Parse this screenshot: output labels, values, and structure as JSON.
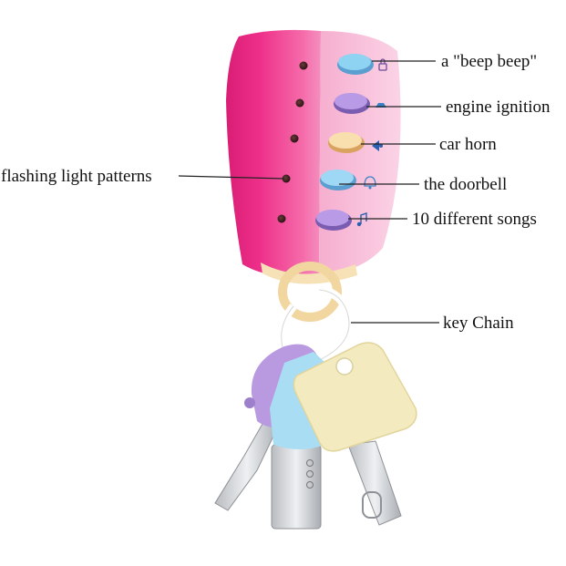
{
  "labels": {
    "beep": "a \"beep beep\"",
    "ignition": "engine ignition",
    "horn": "car horn",
    "doorbell": "the doorbell",
    "songs": "10 different songs",
    "lights": "flashing light patterns",
    "chain": "key Chain"
  },
  "colors": {
    "shell_pink": "#ee2f8a",
    "shell_light_pink": "#f7b9d6",
    "ring_cream": "#f6e2b6",
    "button_blue": "#8fd3f2",
    "button_purple": "#b89ae6",
    "button_cream": "#f9dfae",
    "key_purple": "#b99ae0",
    "key_blue": "#a9ddf3",
    "key_cream": "#f3ebbf",
    "metal": "#d9dcdf"
  },
  "icons": [
    "lock-icon",
    "car-icon",
    "horn-icon",
    "bell-icon",
    "music-note-icon"
  ]
}
